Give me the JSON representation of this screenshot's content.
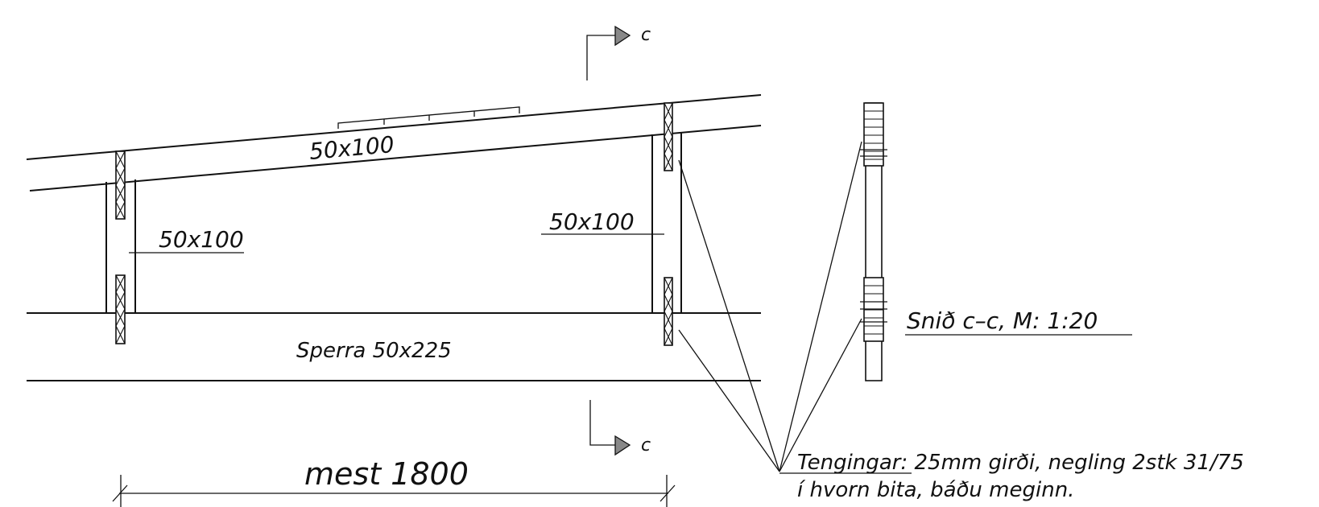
{
  "labels": {
    "top_member": "50x100",
    "left_post": "50x100",
    "right_post": "50x100",
    "rafter": "Sperra 50x225",
    "dimension": "mest 1800",
    "section_title": "Snið c–c, M:  1:20",
    "section_mark_top": "c",
    "section_mark_bottom": "c",
    "note_underlined": "Tengingar:",
    "note_rest": " 25mm girði, negling 2stk 31/75",
    "note_line2": "í hvorn bita, báðu meginn."
  }
}
